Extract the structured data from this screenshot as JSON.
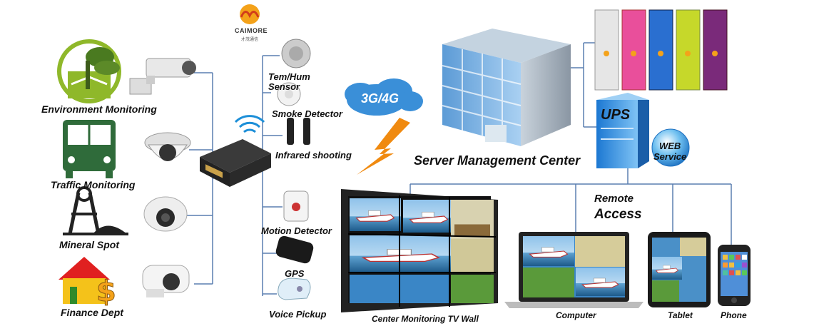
{
  "logo": {
    "name": "CAIMORE",
    "sub": "才茂通信"
  },
  "monitor_sites": [
    {
      "label": "Environment Monitoring",
      "icon": "tree-icon"
    },
    {
      "label": "Traffic Monitoring",
      "icon": "bus-icon"
    },
    {
      "label": "Mineral Spot",
      "icon": "mine-tower-icon"
    },
    {
      "label": "Finance Dept",
      "icon": "bank-house-icon"
    }
  ],
  "sensors": [
    {
      "label": "Tem/Hum\nSensor"
    },
    {
      "label": "Smoke Detector"
    },
    {
      "label": "Infrared shooting"
    },
    {
      "label": "Motion Detector"
    },
    {
      "label": "GPS"
    },
    {
      "label": "Voice Pickup"
    }
  ],
  "network": {
    "label": "3G/4G"
  },
  "server": {
    "label": "Server Management  Center"
  },
  "ups": {
    "label": "UPS"
  },
  "web_service": {
    "label": "WEB\nService"
  },
  "remote_access": {
    "label_line1": "Remote",
    "label_line2": "Access"
  },
  "clients": [
    {
      "label": "Center Monitoring TV Wall"
    },
    {
      "label": "Computer"
    },
    {
      "label": "Tablet"
    },
    {
      "label": "Phone"
    }
  ],
  "colors": {
    "line": "#5a7fb0",
    "cloud": "#3a8fd8",
    "lightning": "#f08a10",
    "server_blue": "#6aaee6",
    "ups_blue": "#2a8fe0",
    "tower_colors": [
      "#e8e8e8",
      "#e94f9b",
      "#2a6fd0",
      "#c6d82a",
      "#7a2a7a"
    ]
  }
}
